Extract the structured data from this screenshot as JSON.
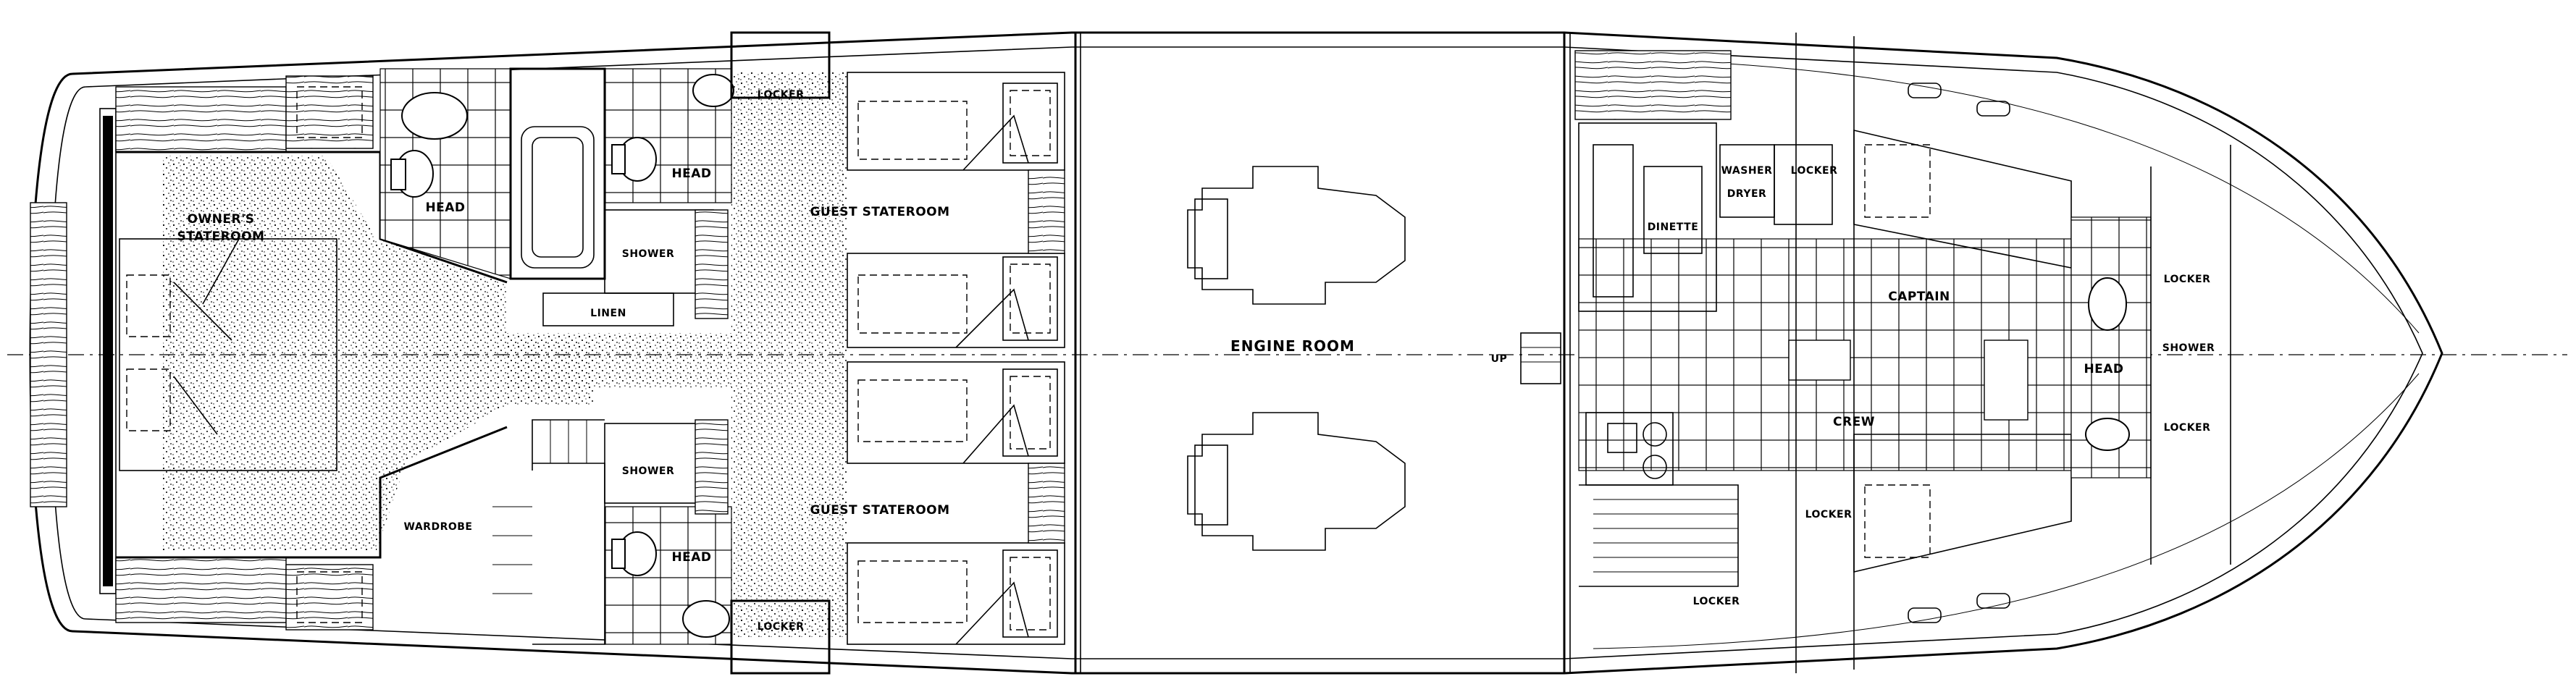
{
  "rooms": {
    "owners_stateroom": [
      "OWNER'S",
      "STATEROOM"
    ],
    "head_owner": "HEAD",
    "head_guest_upper": "HEAD",
    "head_guest_lower": "HEAD",
    "head_crew": "HEAD",
    "shower_upper": "SHOWER",
    "shower_lower": "SHOWER",
    "shower_crew": "SHOWER",
    "linen": "LINEN",
    "wardrobe": "WARDROBE",
    "locker_upper": "LOCKER",
    "locker_lower": "LOCKER",
    "guest_stateroom_upper": "GUEST STATEROOM",
    "guest_stateroom_lower": "GUEST STATEROOM",
    "engine_room": "ENGINE ROOM",
    "up": "UP",
    "dinette": "DINETTE",
    "washer_dryer": [
      "WASHER",
      "DRYER"
    ],
    "locker_crew_top": "LOCKER",
    "captain": "CAPTAIN",
    "crew": "CREW",
    "locker_fwd_top": "LOCKER",
    "locker_fwd_bottom": "LOCKER",
    "locker_crew_mid": "LOCKER",
    "locker_crew_bottom": "LOCKER"
  }
}
